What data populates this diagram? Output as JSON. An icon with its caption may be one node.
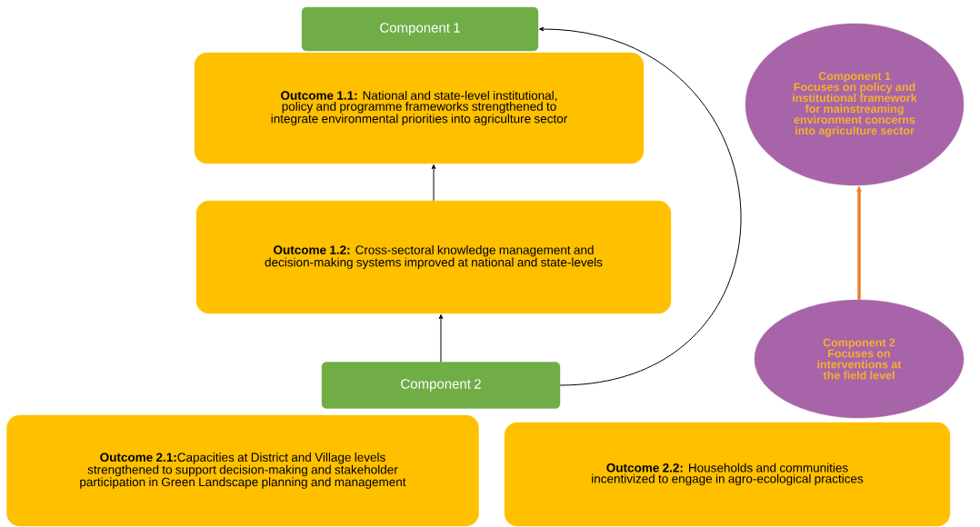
{
  "diagram": {
    "nodes": [
      {
        "text": [
          "Component 1"
        ]
      },
      {
        "text": [
          "**Outcome 1.1:** National and state-level institutional, policy and programme frameworks strengthened to integrate environmental priorities into agriculture sector"
        ]
      },
      {
        "text": [
          "**Outcome 1.2:** Cross-sectoral knowledge management and decision-making systems improved at national and state-levels"
        ]
      },
      {
        "text": [
          "Component 2"
        ]
      },
      {
        "text": [
          "**Outcome 2.1:**Capacities at District and Village levels strengthened to support decision-making and stakeholder participation in Green Landscape planning and management"
        ]
      },
      {
        "text": [
          "**Outcome 2.2:** Households and communities incentivized to engage in agro-ecological practices"
        ]
      },
      {
        "text": [
          "Component 1",
          "Focuses on policy and institutional framework for mainstreaming environment concerns into agriculture sector"
        ]
      },
      {
        "text": [
          "Component 2",
          "Focuses on interventions at the field level"
        ]
      }
    ],
    "edges": [
      {
        "from": 2,
        "to": 1,
        "arrow": "to"
      },
      {
        "from": 3,
        "to": 2,
        "arrow": "to"
      },
      {
        "from": 3,
        "to": 0,
        "arrow": "to"
      },
      {
        "from": 7,
        "to": 6,
        "arrow": "to",
        "style": "thick",
        "color": "#ed7d31"
      }
    ]
  }
}
